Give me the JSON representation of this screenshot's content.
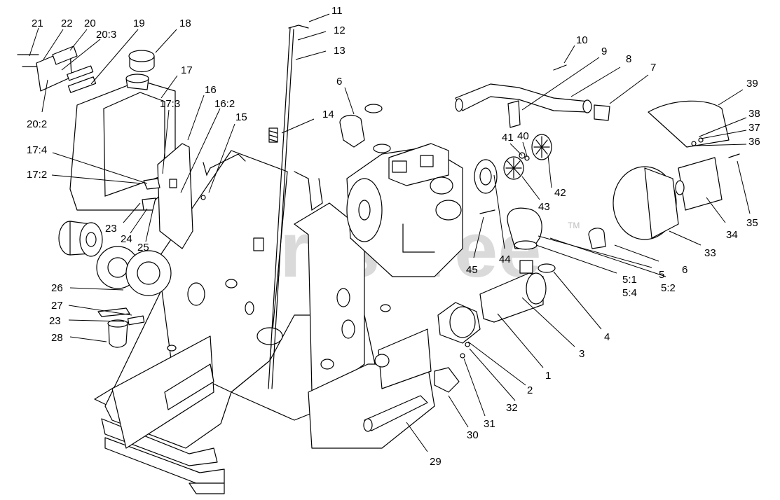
{
  "watermark": {
    "text": "PartsTree",
    "trademark": "TM"
  },
  "callouts": [
    {
      "id": "c-11",
      "label": "11"
    },
    {
      "id": "c-12",
      "label": "12"
    },
    {
      "id": "c-13",
      "label": "13"
    },
    {
      "id": "c-10",
      "label": "10"
    },
    {
      "id": "c-9",
      "label": "9"
    },
    {
      "id": "c-8",
      "label": "8"
    },
    {
      "id": "c-7",
      "label": "7"
    },
    {
      "id": "c-39",
      "label": "39"
    },
    {
      "id": "c-38",
      "label": "38"
    },
    {
      "id": "c-37",
      "label": "37"
    },
    {
      "id": "c-36",
      "label": "36"
    },
    {
      "id": "c-6a",
      "label": "6"
    },
    {
      "id": "c-14",
      "label": "14"
    },
    {
      "id": "c-21",
      "label": "21"
    },
    {
      "id": "c-22",
      "label": "22"
    },
    {
      "id": "c-20",
      "label": "20"
    },
    {
      "id": "c-20-3",
      "label": "20:3"
    },
    {
      "id": "c-19",
      "label": "19"
    },
    {
      "id": "c-18",
      "label": "18"
    },
    {
      "id": "c-17",
      "label": "17"
    },
    {
      "id": "c-16",
      "label": "16"
    },
    {
      "id": "c-17-3",
      "label": "17:3"
    },
    {
      "id": "c-16-2",
      "label": "16:2"
    },
    {
      "id": "c-15",
      "label": "15"
    },
    {
      "id": "c-20-2",
      "label": "20:2"
    },
    {
      "id": "c-17-4",
      "label": "17:4"
    },
    {
      "id": "c-17-2",
      "label": "17:2"
    },
    {
      "id": "c-23a",
      "label": "23"
    },
    {
      "id": "c-24",
      "label": "24"
    },
    {
      "id": "c-25",
      "label": "25"
    },
    {
      "id": "c-26",
      "label": "26"
    },
    {
      "id": "c-27",
      "label": "27"
    },
    {
      "id": "c-23b",
      "label": "23"
    },
    {
      "id": "c-28",
      "label": "28"
    },
    {
      "id": "c-41",
      "label": "41"
    },
    {
      "id": "c-40",
      "label": "40"
    },
    {
      "id": "c-42",
      "label": "42"
    },
    {
      "id": "c-43",
      "label": "43"
    },
    {
      "id": "c-44",
      "label": "44"
    },
    {
      "id": "c-45",
      "label": "45"
    },
    {
      "id": "c-34",
      "label": "34"
    },
    {
      "id": "c-35",
      "label": "35"
    },
    {
      "id": "c-33",
      "label": "33"
    },
    {
      "id": "c-6b",
      "label": "6"
    },
    {
      "id": "c-5",
      "label": "5"
    },
    {
      "id": "c-5-1",
      "label": "5:1"
    },
    {
      "id": "c-5-4",
      "label": "5:4"
    },
    {
      "id": "c-5-2",
      "label": "5:2"
    },
    {
      "id": "c-4",
      "label": "4"
    },
    {
      "id": "c-3",
      "label": "3"
    },
    {
      "id": "c-1",
      "label": "1"
    },
    {
      "id": "c-2",
      "label": "2"
    },
    {
      "id": "c-32",
      "label": "32"
    },
    {
      "id": "c-31",
      "label": "31"
    },
    {
      "id": "c-30",
      "label": "30"
    },
    {
      "id": "c-29",
      "label": "29"
    }
  ]
}
